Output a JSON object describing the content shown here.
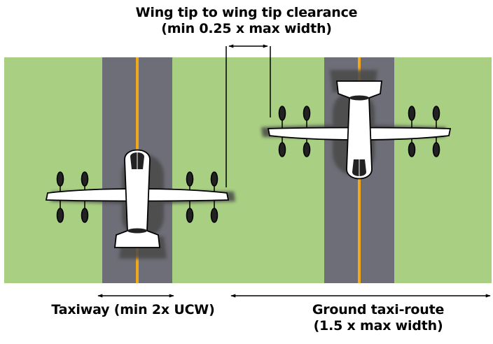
{
  "title": {
    "line1": "Wing tip to wing tip clearance",
    "line2": "(min 0.25 x max width)"
  },
  "labels": {
    "taxiway": "Taxiway (min 2x UCW)",
    "route_line1": "Ground taxi-route",
    "route_line2": "(1.5 x max width)"
  },
  "colors": {
    "grass": "#A8CF82",
    "pavement": "#6E6E78",
    "centerline": "#F2A81D",
    "aircraft": "#FFFFFF",
    "outline": "#000000",
    "shadow": "#4A4A4A"
  },
  "icons": [
    "evtol-aircraft-icon",
    "dimension-arrow-icon"
  ]
}
